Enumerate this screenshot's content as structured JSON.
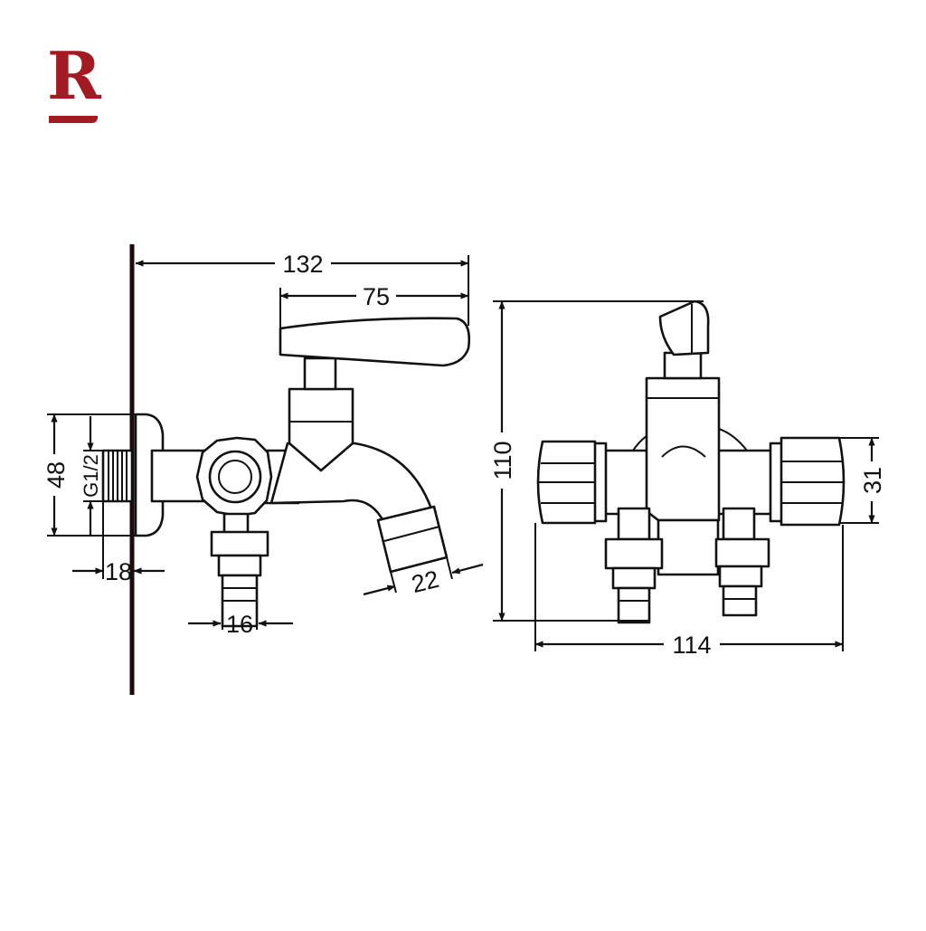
{
  "brand": {
    "logo_letter": "R",
    "color": "#a31b22"
  },
  "drawing": {
    "line_color": "#111111",
    "side_view": {
      "overall_length": "132",
      "handle_length": "75",
      "flange_height": "48",
      "thread_label": "G1/2",
      "thread_length": "18",
      "hose_outlet_width": "16",
      "spout_outlet_width": "22"
    },
    "front_view": {
      "height": "110",
      "width": "114",
      "knob_height": "31"
    }
  }
}
